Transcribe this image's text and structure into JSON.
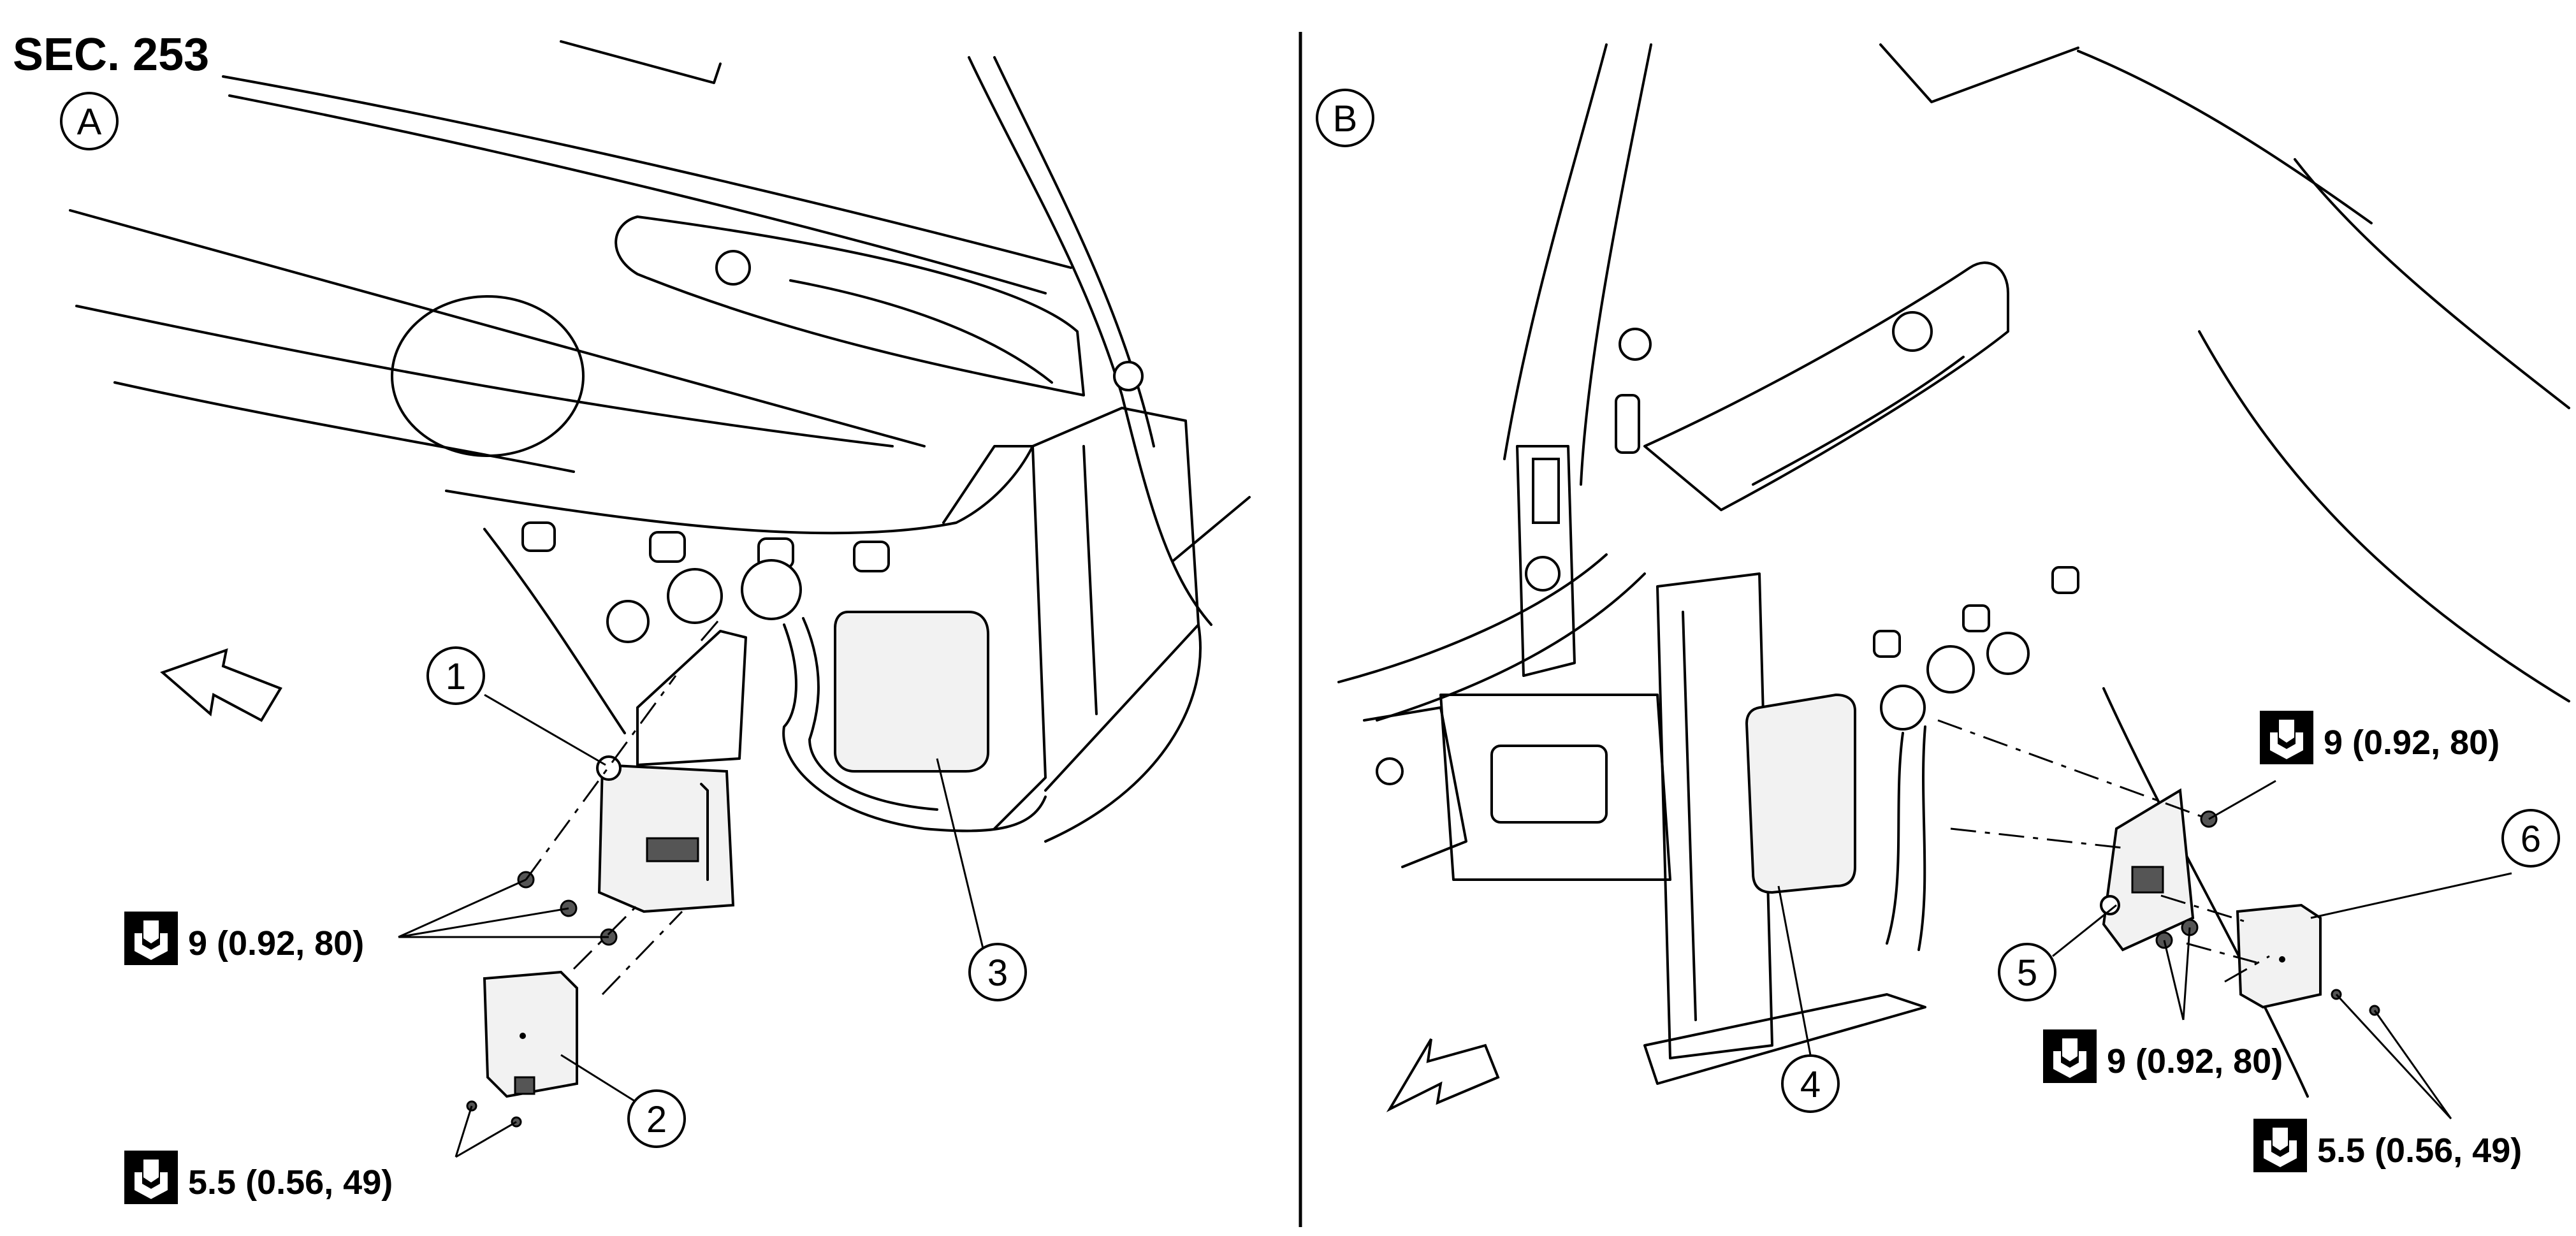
{
  "section": "SEC. 253",
  "views": {
    "a": "A",
    "b": "B"
  },
  "torques": {
    "a_bracket": "9 (0.92, 80)",
    "a_unit": "5.5 (0.56, 49)",
    "b_upper": "9 (0.92, 80)",
    "b_lower": "9 (0.92, 80)",
    "b_unit": "5.5 (0.56, 49)"
  },
  "callouts": [
    "1",
    "2",
    "3",
    "4",
    "5",
    "6"
  ],
  "icons": {
    "torque": "torque-wrench-icon",
    "front": "front-arrow-icon"
  }
}
